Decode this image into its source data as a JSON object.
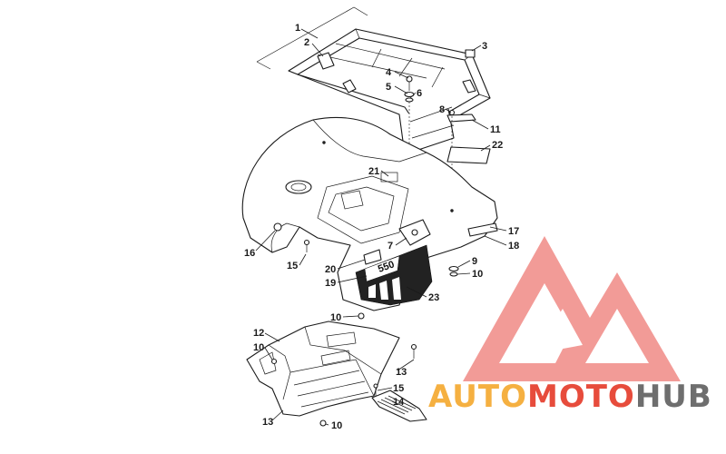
{
  "callouts": [
    "1",
    "2",
    "3",
    "4",
    "5",
    "6",
    "8",
    "11",
    "22",
    "21",
    "17",
    "18",
    "16",
    "15",
    "7",
    "9",
    "10",
    "20",
    "19",
    "23",
    "10",
    "12",
    "10",
    "13",
    "15",
    "14",
    "13",
    "10"
  ],
  "brand": {
    "word_auto": "AUTO",
    "word_moto": "MOTO",
    "word_hub": "HUB",
    "color_orange": "#f5b041",
    "color_red": "#e74c3c",
    "color_gray": "#6e6e6e",
    "logo_color": "#f08a86"
  },
  "decal_text": "550"
}
